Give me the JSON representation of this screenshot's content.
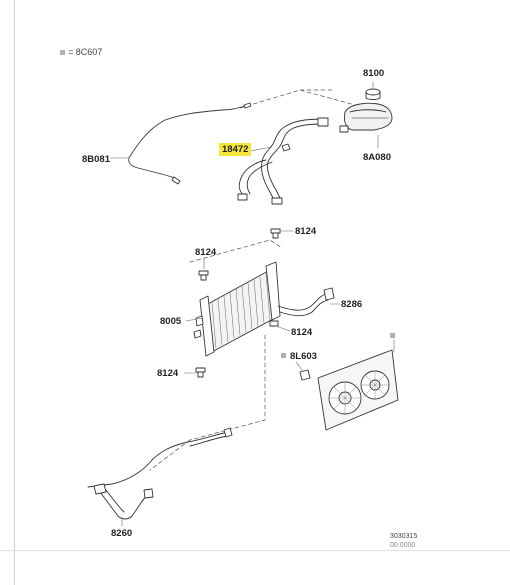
{
  "legend": {
    "icon": "grey-square-icon",
    "text": "= 8C607"
  },
  "callouts": {
    "c8100": "8100",
    "c18472": "18472",
    "c8A080": "8A080",
    "c8B081": "8B081",
    "c8124a": "8124",
    "c8124b": "8124",
    "c8124c": "8124",
    "c8124d": "8124",
    "c8286": "8286",
    "c8005": "8005",
    "c8L603": "8L603",
    "c8260": "8260"
  },
  "highlight_color": "#f5e63c",
  "footer": {
    "ref_number": "3030315",
    "ref_sub": "00 0000"
  }
}
